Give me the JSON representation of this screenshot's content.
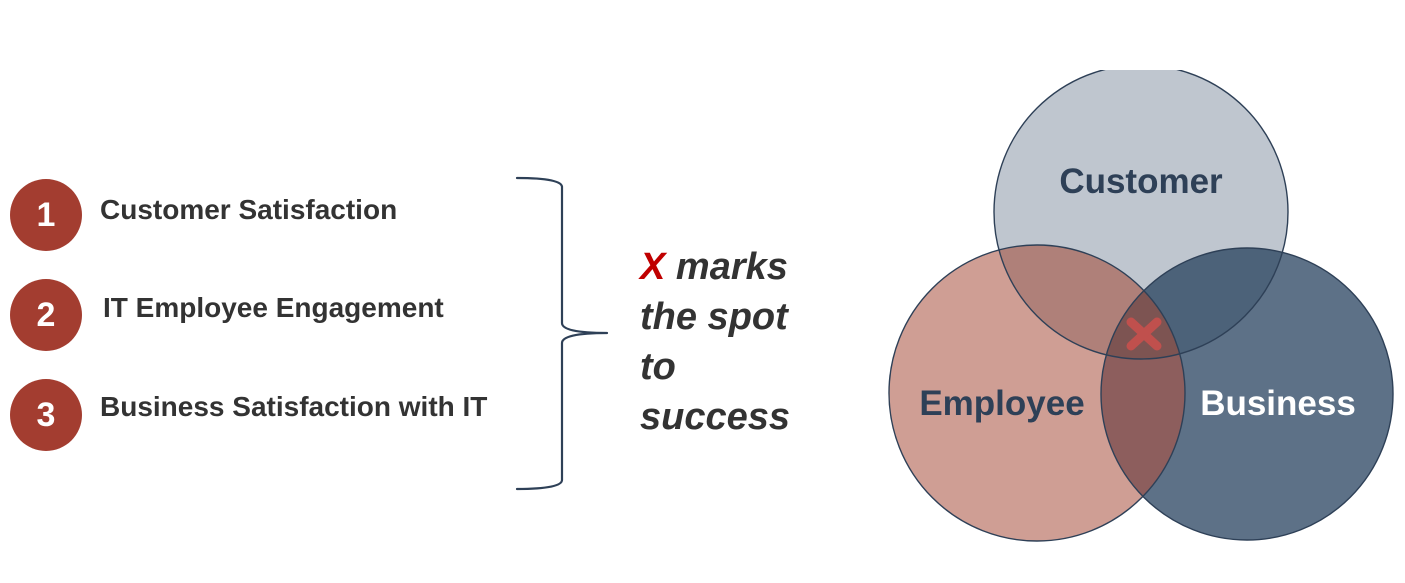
{
  "list": {
    "items": [
      {
        "number": "1",
        "label": "Customer Satisfaction"
      },
      {
        "number": "2",
        "label": "IT Employee Engagement"
      },
      {
        "number": "3",
        "label": "Business Satisfaction with IT"
      }
    ]
  },
  "tagline": {
    "x": "X",
    "line1_rest": " marks",
    "line2": "the spot",
    "line3": "to",
    "line4": "success"
  },
  "venn": {
    "customer_label": "Customer",
    "employee_label": "Employee",
    "business_label": "Business",
    "colors": {
      "customer": "#bfc6cf",
      "employee": "#cf9e94",
      "business": "#5d7187",
      "customer_employee": "#af8079",
      "customer_business": "#4c6279",
      "employee_business": "#8d5e5d",
      "center": "#7d5452",
      "x_mark": "#c0504d",
      "outline": "#2e4057",
      "dark_label": "#2e4057",
      "light_label": "#ffffff"
    }
  },
  "colors": {
    "badge": "#a33d30",
    "text": "#333333",
    "x_highlight": "#c00000",
    "bracket": "#2e4057"
  }
}
